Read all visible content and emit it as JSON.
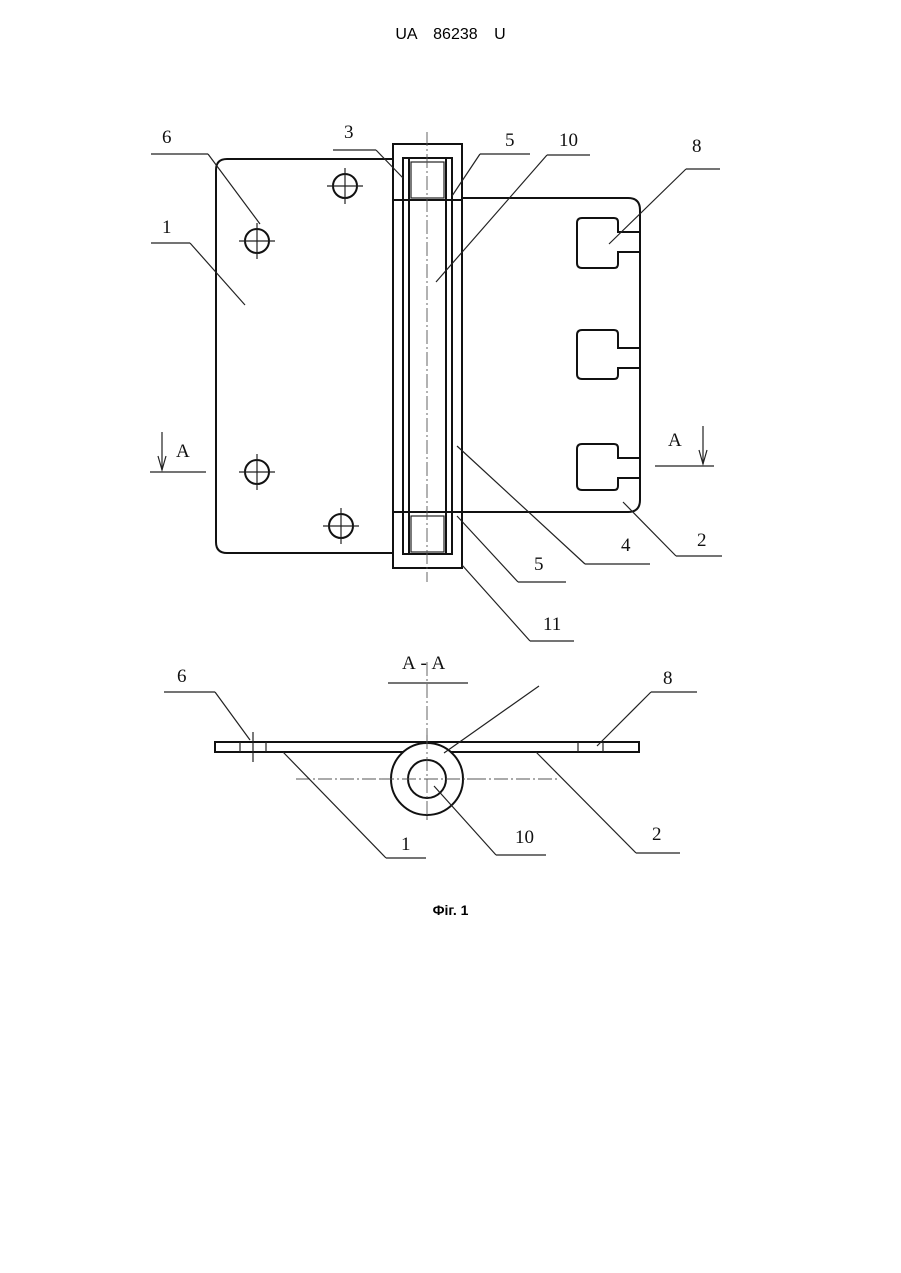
{
  "header": {
    "doc_number": "UA 86238 U"
  },
  "figure_caption": "Фіг. 1",
  "section_title": "А - А",
  "section_marks": {
    "left": "А",
    "right": "А"
  },
  "top_view_labels": {
    "l1": "1",
    "l2": "2",
    "l3": "3",
    "l4": "4",
    "l5a": "5",
    "l5b": "5",
    "l6": "6",
    "l8": "8",
    "l10": "10",
    "l11": "11"
  },
  "section_view_labels": {
    "l1": "1",
    "l2": "2",
    "l6": "6",
    "l8": "8",
    "l10": "10"
  }
}
